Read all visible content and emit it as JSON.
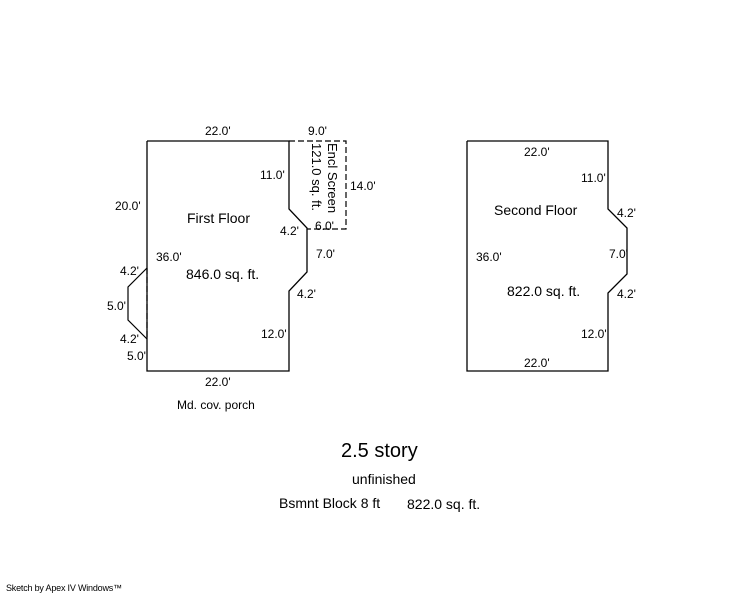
{
  "first_floor": {
    "name": "First Floor",
    "area": "846.0 sq. ft.",
    "dims": {
      "top": "22.0'",
      "left": "20.0'",
      "right_upper": "11.0'",
      "diag_upper": "4.2'",
      "right_mid": "7.0'",
      "diag_lower": "4.2'",
      "right_lower": "12.0'",
      "bottom": "22.0'",
      "height_inner": "36.0'"
    }
  },
  "encl_screen": {
    "name": "Encl Screen",
    "area": "121.0 sq. ft.",
    "dims": {
      "top": "9.0'",
      "right": "14.0'",
      "bottom": "6.0'"
    }
  },
  "porch": {
    "name": "Md. cov. porch",
    "dims": {
      "diag_upper": "4.2'",
      "side": "5.0'",
      "diag_lower": "4.2'",
      "bottom_seg": "5.0'"
    }
  },
  "second_floor": {
    "name": "Second Floor",
    "area": "822.0 sq. ft.",
    "dims": {
      "top": "22.0'",
      "left": "36.0'",
      "right_upper": "11.0'",
      "diag_upper": "4.2'",
      "right_mid": "7.0'",
      "diag_lower": "4.2'",
      "right_lower": "12.0'",
      "bottom": "22.0'"
    }
  },
  "summary": {
    "story": "2.5 story",
    "status": "unfinished",
    "basement": "Bsmnt Block 8 ft",
    "basement_area": "822.0 sq. ft."
  },
  "footer": "Sketch by Apex IV Windows™"
}
